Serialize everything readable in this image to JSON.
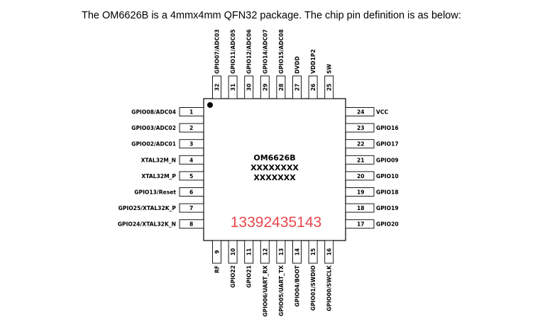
{
  "caption": "The OM6626B is a 4mmx4mm QFN32 package. The chip pin definition is as below:",
  "chip": {
    "name": "OM6626B",
    "line2": "XXXXXXXX",
    "line3": "XXXXXXX"
  },
  "watermark": "13392435143",
  "pins": {
    "left": [
      {
        "num": "1",
        "name": "GPIO08/ADC04"
      },
      {
        "num": "2",
        "name": "GPIO03/ADC02"
      },
      {
        "num": "3",
        "name": "GPIO02/ADC01"
      },
      {
        "num": "4",
        "name": "XTAL32M_N"
      },
      {
        "num": "5",
        "name": "XTAL32M_P"
      },
      {
        "num": "6",
        "name": "GPIO13/Reset"
      },
      {
        "num": "7",
        "name": "GPIO25/XTAL32K_P"
      },
      {
        "num": "8",
        "name": "GPIO24/XTAL32K_N"
      }
    ],
    "bottom": [
      {
        "num": "9",
        "name": "RF"
      },
      {
        "num": "10",
        "name": "GPIO22"
      },
      {
        "num": "11",
        "name": "GPIO21"
      },
      {
        "num": "12",
        "name": "GPIO06/UART_RX"
      },
      {
        "num": "13",
        "name": "GPIO05/UART_TX"
      },
      {
        "num": "14",
        "name": "GPIO04/BOOT"
      },
      {
        "num": "15",
        "name": "GPIO01/SWDIO"
      },
      {
        "num": "16",
        "name": "GPIO00/SWCLK"
      }
    ],
    "right": [
      {
        "num": "24",
        "name": "VCC"
      },
      {
        "num": "23",
        "name": "GPIO16"
      },
      {
        "num": "22",
        "name": "GPIO17"
      },
      {
        "num": "21",
        "name": "GPIO09"
      },
      {
        "num": "20",
        "name": "GPIO10"
      },
      {
        "num": "19",
        "name": "GPIO18"
      },
      {
        "num": "18",
        "name": "GPIO19"
      },
      {
        "num": "17",
        "name": "GPIO20"
      }
    ],
    "top": [
      {
        "num": "32",
        "name": "GPIO07/ADC03"
      },
      {
        "num": "31",
        "name": "GPIO11/ADC05"
      },
      {
        "num": "30",
        "name": "GPIO12/ADC06"
      },
      {
        "num": "29",
        "name": "GPIO14/ADC07"
      },
      {
        "num": "28",
        "name": "GPIO15/ADC08"
      },
      {
        "num": "27",
        "name": "DVDD"
      },
      {
        "num": "26",
        "name": "VDD1P2"
      },
      {
        "num": "25",
        "name": "SW"
      }
    ]
  }
}
